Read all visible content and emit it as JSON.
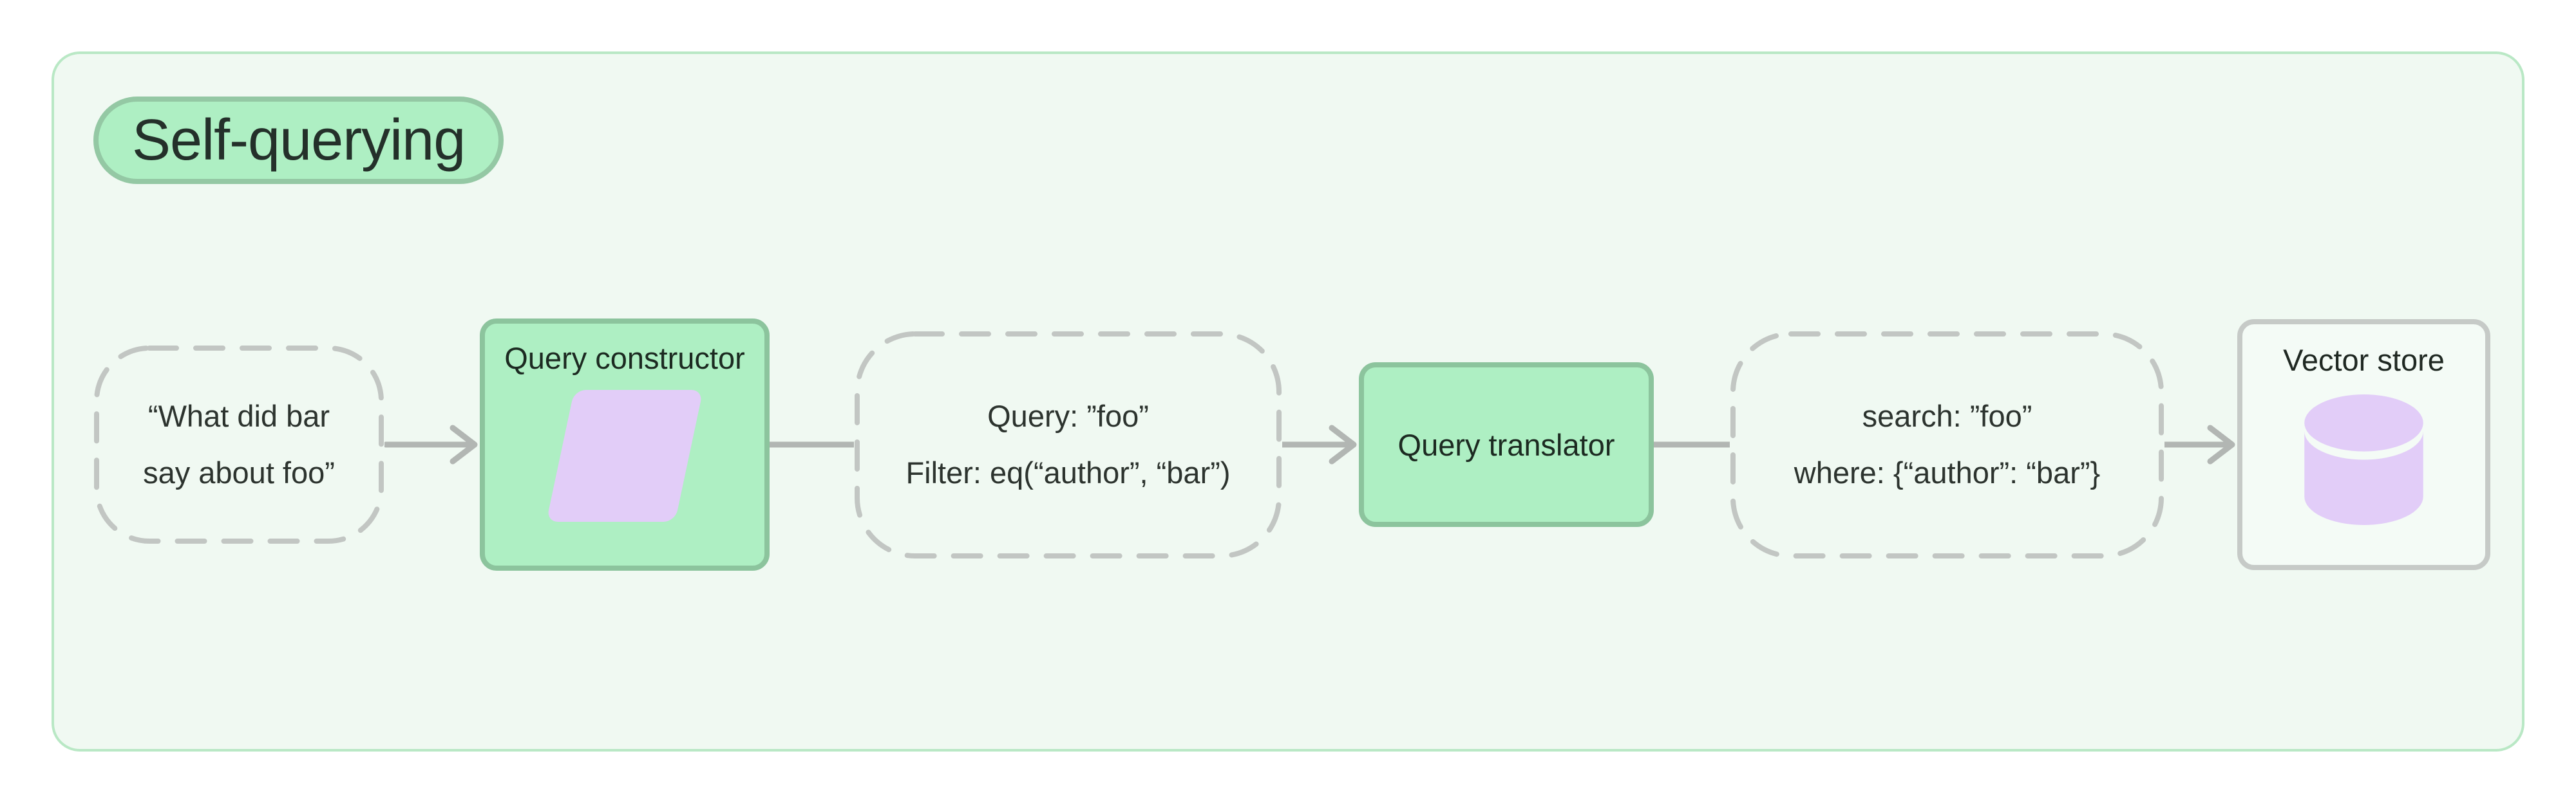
{
  "title": {
    "label": "Self-querying"
  },
  "flow": {
    "nodes": [
      {
        "id": "user-question",
        "type": "dashed",
        "lines": [
          "“What did bar",
          "say about foo”"
        ]
      },
      {
        "id": "query-constructor",
        "type": "green",
        "label": "Query constructor",
        "icon": "parallelogram-icon"
      },
      {
        "id": "structured-query",
        "type": "dashed",
        "lines": [
          "Query: ”foo”",
          "Filter: eq(“author”, “bar”)"
        ]
      },
      {
        "id": "query-translator",
        "type": "green",
        "label": "Query translator"
      },
      {
        "id": "translated-query",
        "type": "dashed",
        "lines": [
          "search: ”foo”",
          "where: {“author”: “bar”}"
        ]
      },
      {
        "id": "vector-store",
        "type": "outlined",
        "label": "Vector store",
        "icon": "database-icon"
      }
    ],
    "connectors": [
      {
        "from": "user-question",
        "to": "query-constructor",
        "arrowhead": true
      },
      {
        "from": "query-constructor",
        "to": "structured-query",
        "arrowhead": false
      },
      {
        "from": "structured-query",
        "to": "query-translator",
        "arrowhead": true
      },
      {
        "from": "query-translator",
        "to": "translated-query",
        "arrowhead": false
      },
      {
        "from": "translated-query",
        "to": "vector-store",
        "arrowhead": true
      }
    ],
    "colors": {
      "panel_background": "#f0f9f2",
      "panel_border": "#b9e8c5",
      "node_green": "#aeefc3",
      "node_green_border": "#8cc49d",
      "accent_purple": "#e2cdf8",
      "dashed_border": "#c2c6c3",
      "connector_gray": "#b2b6b3",
      "text_dark": "#24302a"
    }
  }
}
